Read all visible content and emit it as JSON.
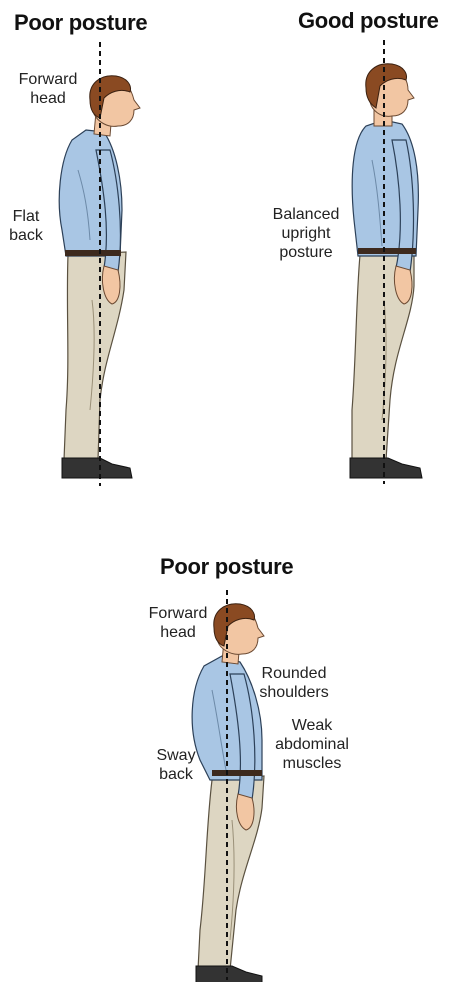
{
  "panels": [
    {
      "title": "Poor posture",
      "labels": [
        {
          "lines": [
            "Forward",
            "head"
          ]
        },
        {
          "lines": [
            "Flat",
            "back"
          ]
        }
      ]
    },
    {
      "title": "Good posture",
      "labels": [
        {
          "lines": [
            "Balanced",
            "upright",
            "posture"
          ]
        }
      ]
    },
    {
      "title": "Poor posture",
      "labels": [
        {
          "lines": [
            "Forward",
            "head"
          ]
        },
        {
          "lines": [
            "Rounded",
            "shoulders"
          ]
        },
        {
          "lines": [
            "Weak",
            "abdominal",
            "muscles"
          ]
        },
        {
          "lines": [
            "Sway",
            "back"
          ]
        }
      ]
    }
  ],
  "colors": {
    "shirt": "#a9c6e4",
    "trousers": "#ddd6c2",
    "skin": "#f2c6a3",
    "hair": "#8a4a22",
    "shoe": "#333333",
    "belt": "#3d2a1e"
  }
}
